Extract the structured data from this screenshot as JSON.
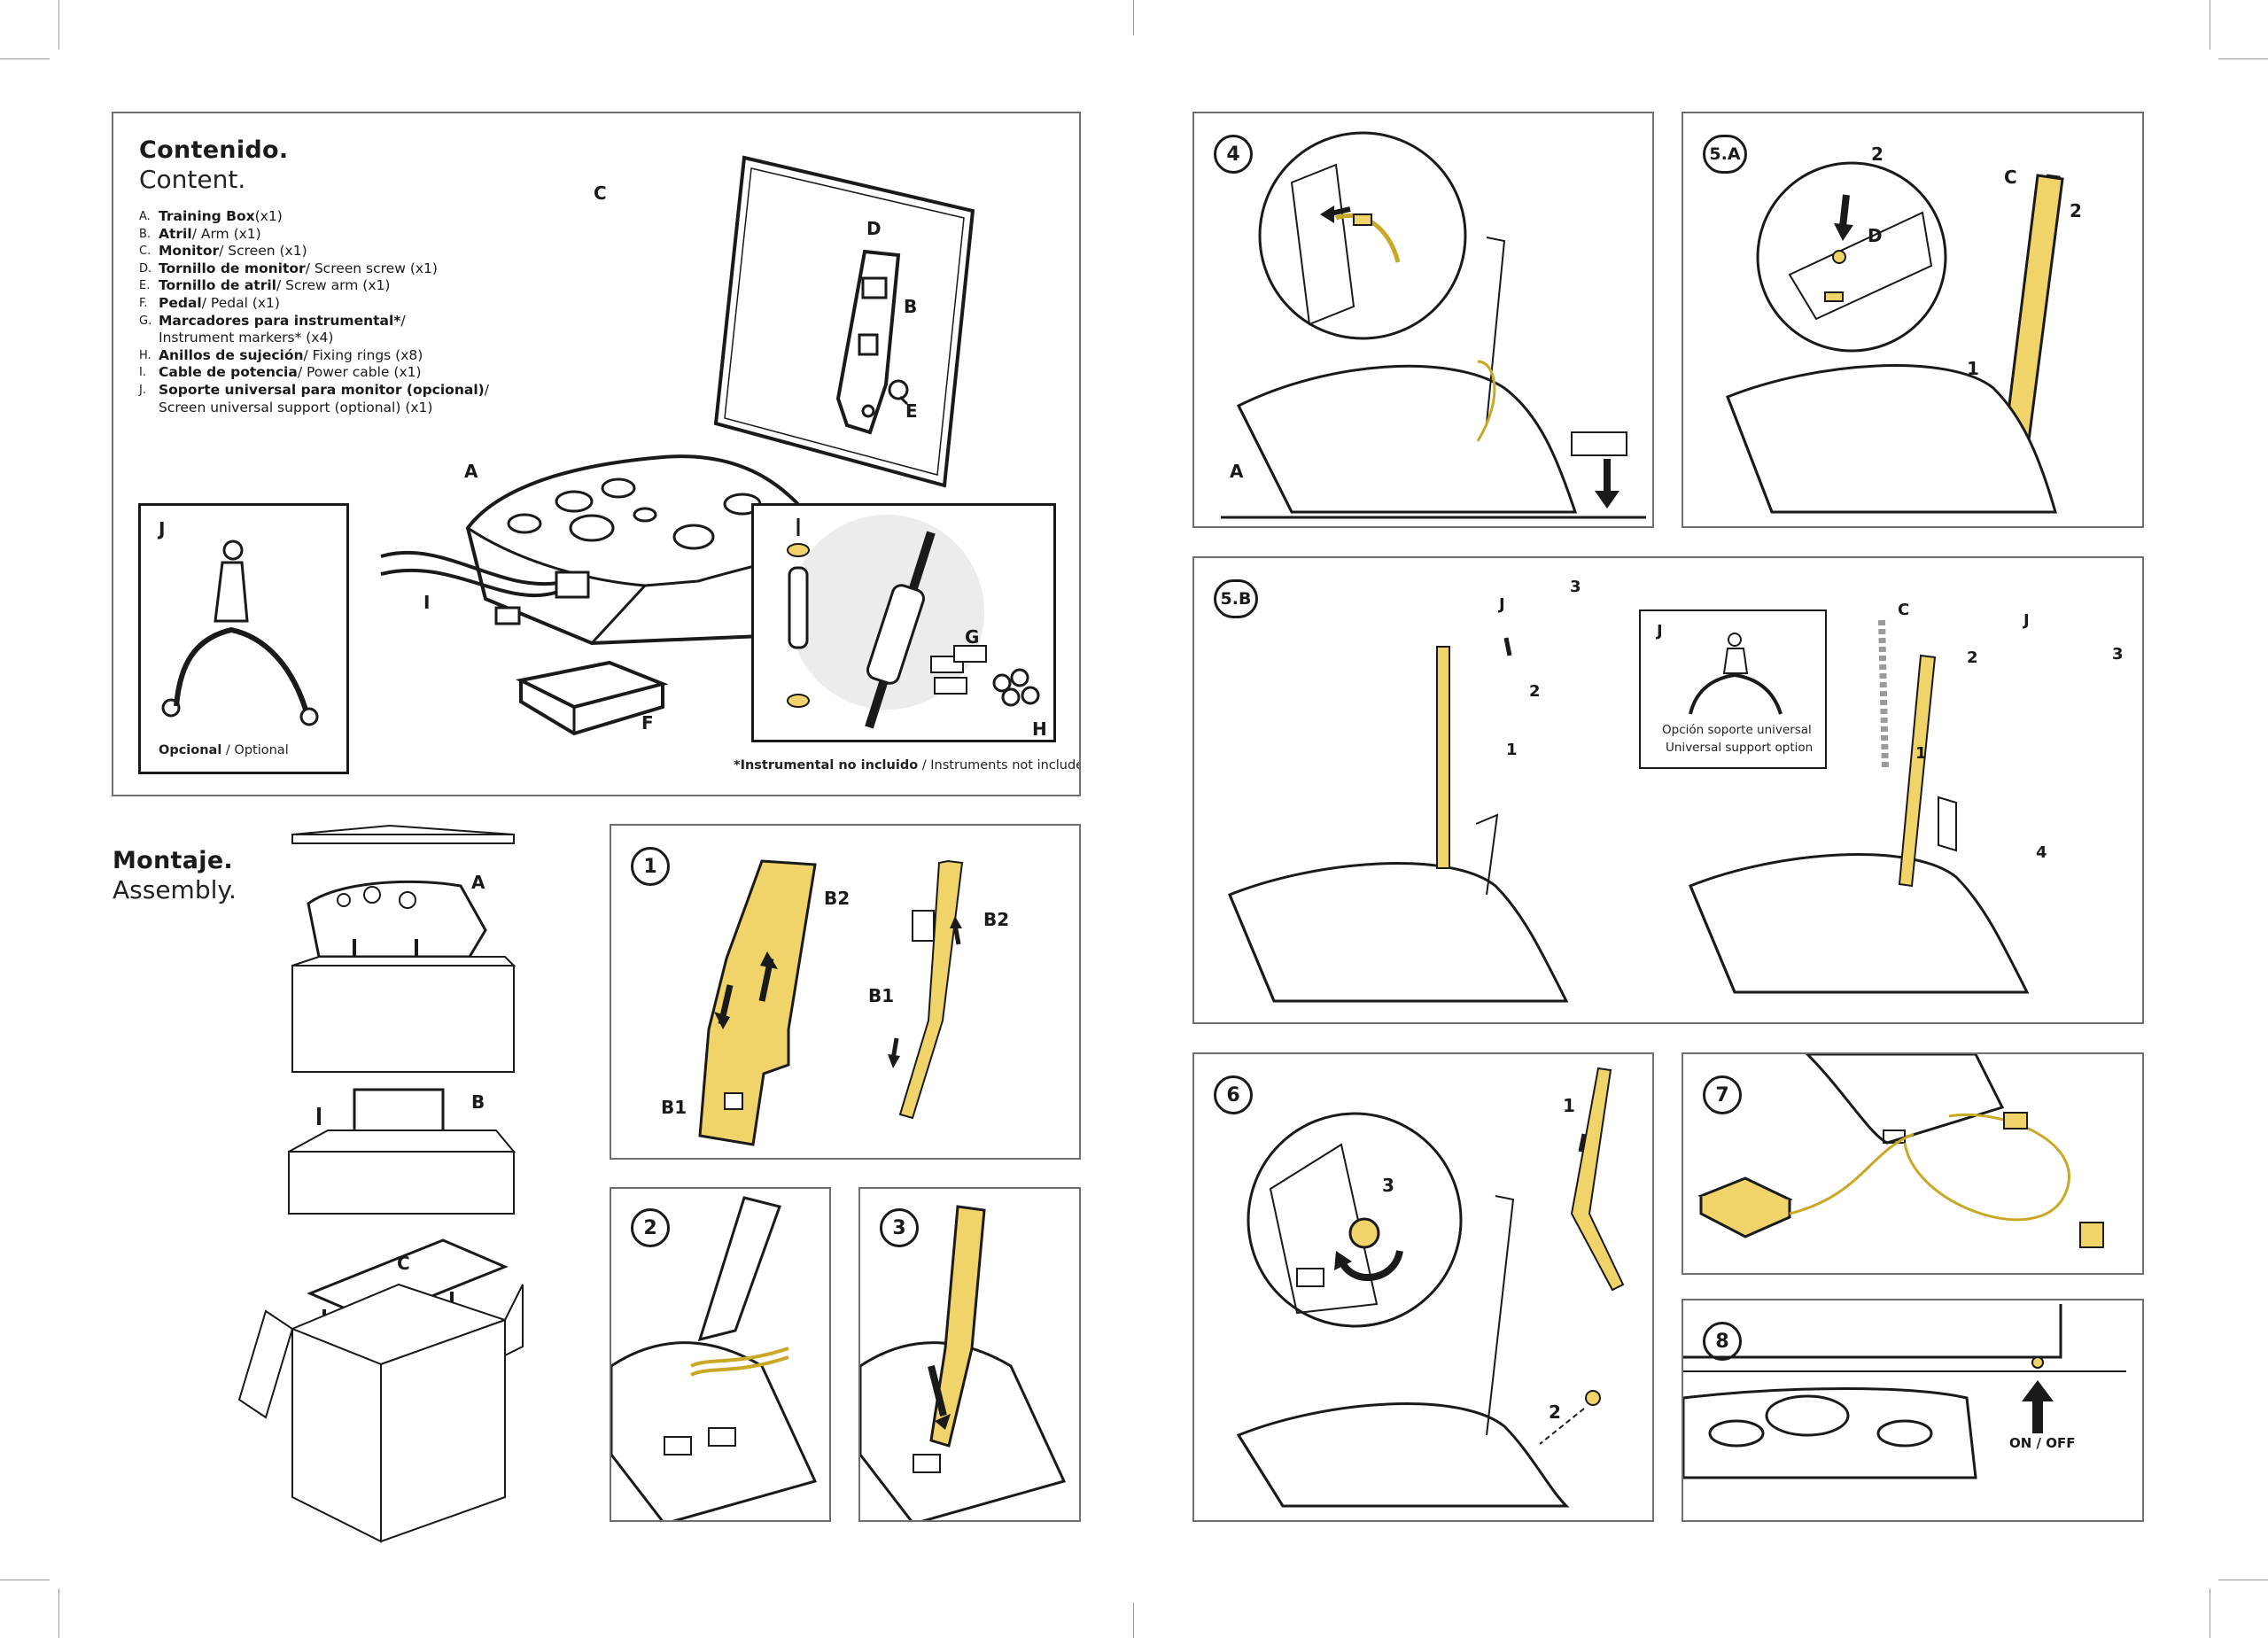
{
  "contents": {
    "title": "Contenido.",
    "subtitle": "Content.",
    "items": [
      {
        "letter": "A.",
        "es": "Training Box",
        "en": " (x1)"
      },
      {
        "letter": "B.",
        "es": "Atril",
        "en": " / Arm (x1)"
      },
      {
        "letter": "C.",
        "es": "Monitor",
        "en": " / Screen (x1)"
      },
      {
        "letter": "D.",
        "es": "Tornillo de monitor",
        "en": " / Screen screw (x1)"
      },
      {
        "letter": "E.",
        "es": "Tornillo de atril",
        "en": " / Screw arm (x1)"
      },
      {
        "letter": "F.",
        "es": "Pedal",
        "en": " / Pedal (x1)"
      },
      {
        "letter": "G.",
        "es": "Marcadores para instrumental*",
        "en": " /"
      },
      {
        "letter": "",
        "es": "",
        "en": "Instrument markers* (x4)"
      },
      {
        "letter": "H.",
        "es": "Anillos de sujeción",
        "en": " / Fixing rings (x8)"
      },
      {
        "letter": "I.",
        "es": "Cable de potencia",
        "en": " / Power cable (x1)"
      },
      {
        "letter": "J.",
        "es": "Soporte universal para monitor (opcional)",
        "en": " /"
      },
      {
        "letter": "",
        "es": "",
        "en": "Screen universal support (optional)  (x1)"
      }
    ],
    "labels": {
      "A": "A",
      "B": "B",
      "C": "C",
      "D": "D",
      "E": "E",
      "F": "F",
      "G": "G",
      "H": "H",
      "I": "I",
      "J": "J"
    },
    "optional_es": "Opcional",
    "optional_en": " / Optional",
    "instruments_note_es": "*Instrumental no incluido",
    "instruments_note_en": " / Instruments not included"
  },
  "assembly": {
    "title": "Montaje.",
    "subtitle": "Assembly.",
    "labels": {
      "A": "A",
      "B": "B",
      "C": "C"
    }
  },
  "steps": {
    "s1": {
      "num": "1",
      "b1": "B1",
      "b2": "B2"
    },
    "s2": {
      "num": "2"
    },
    "s3": {
      "num": "3"
    },
    "s4": {
      "num": "4",
      "a": "A"
    },
    "s5a": {
      "num": "5.A",
      "c": "C",
      "d": "D",
      "n1": "1",
      "n2": "2",
      "n2b": "2"
    },
    "s5b": {
      "num": "5.B",
      "j1": "J",
      "j2": "J",
      "j3": "J",
      "c": "C",
      "n1": "1",
      "n2": "2",
      "n3": "3",
      "n1b": "1",
      "n2b": "2",
      "n3b": "3",
      "n4": "4",
      "support_es": "Opción soporte universal",
      "support_en": "Universal support option"
    },
    "s6": {
      "num": "6",
      "n1": "1",
      "n2": "2",
      "n3": "3"
    },
    "s7": {
      "num": "7"
    },
    "s8": {
      "num": "8",
      "onoff": "ON / OFF"
    }
  },
  "colors": {
    "accent": "#f0d469",
    "accent_dark": "#c9a825",
    "line": "#1a1a1a",
    "frame": "#6f6f6f"
  }
}
